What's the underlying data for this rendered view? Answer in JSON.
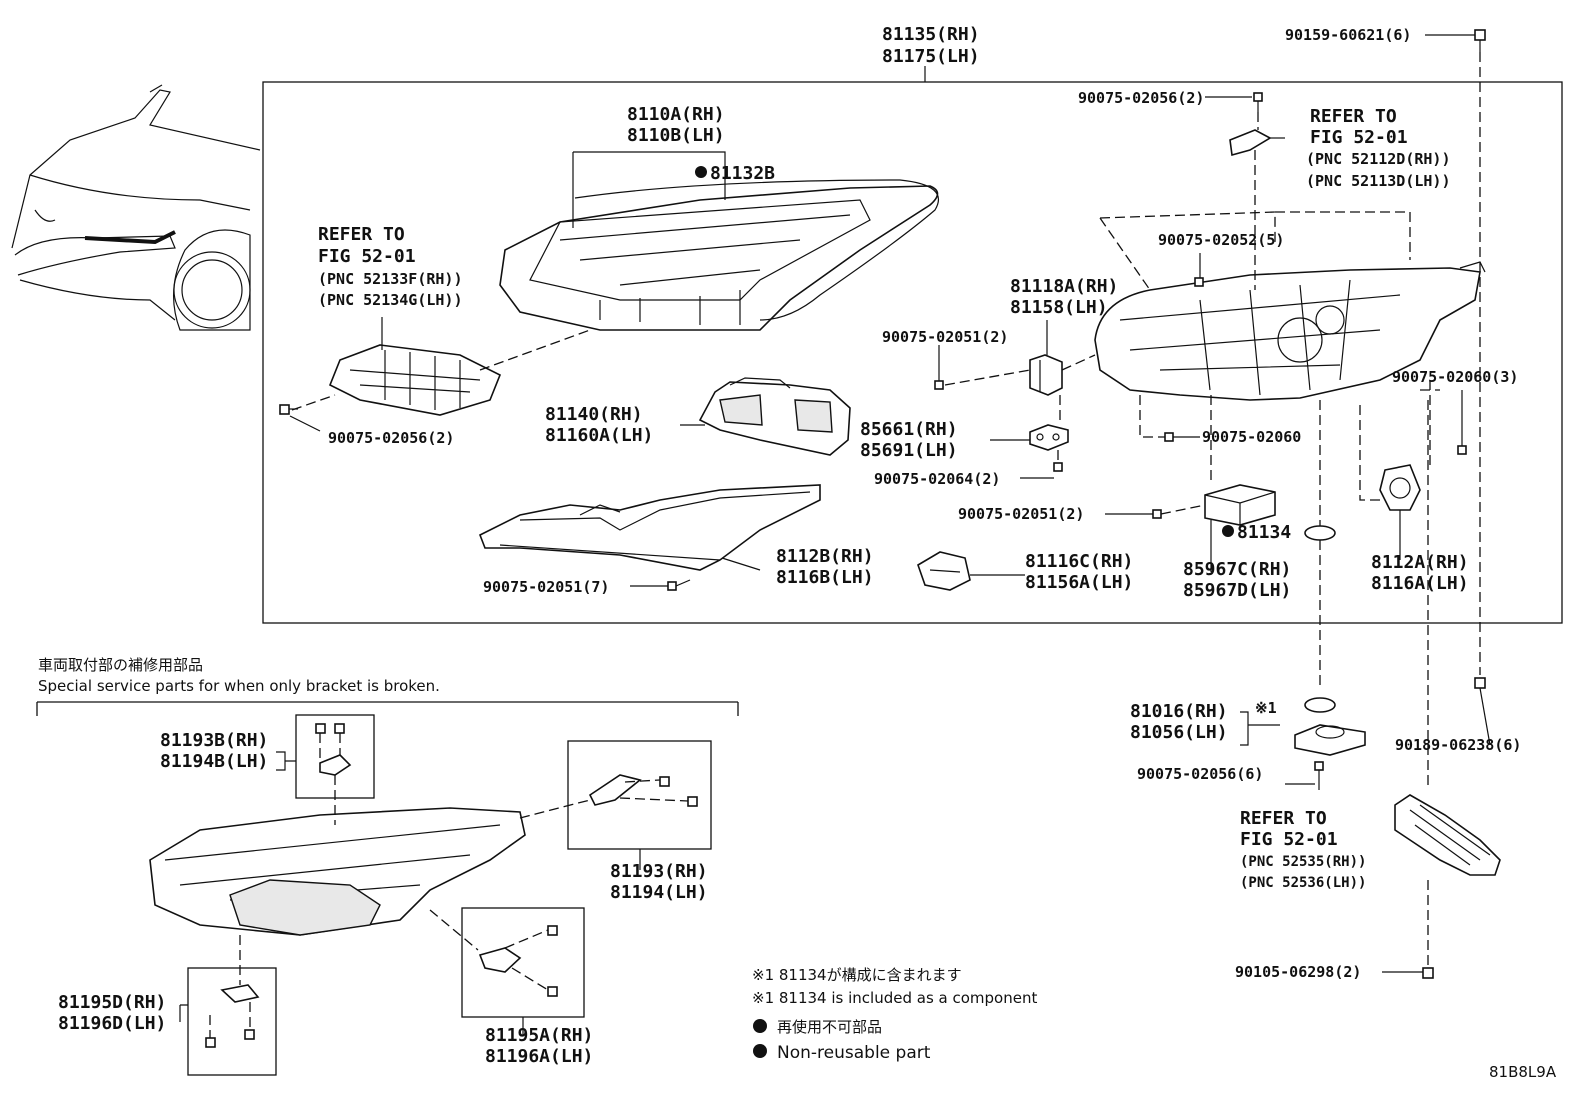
{
  "labels": {
    "top_rh": "81135(RH)",
    "top_lh": "81175(LH)",
    "lens_rh": "8110A(RH)",
    "lens_lh": "8110B(LH)",
    "gasket": "81132B",
    "refer_left_1": "REFER TO",
    "refer_left_2": "FIG 52-01",
    "refer_left_3": "(PNC 52133F(RH))",
    "refer_left_4": "(PNC 52134G(LH))",
    "screw_left": "90075-02056(2)",
    "reflector_rh": "81140(RH)",
    "reflector_lh": "81160A(LH)",
    "lower_rh": "8112B(RH)",
    "lower_lh": "8116B(LH)",
    "screw_lower": "90075-02051(7)",
    "screw_top_center": "90075-02056(2)",
    "refer_right_1": "REFER TO",
    "refer_right_2": "FIG 52-01",
    "refer_right_3": "(PNC 52112D(RH))",
    "refer_right_4": "(PNC 52113D(LH))",
    "screw_52": "90075-02052(5)",
    "act_rh": "81118A(RH)",
    "act_lh": "81158(LH)",
    "screw_51a": "90075-02051(2)",
    "socket_rh": "85661(RH)",
    "socket_lh": "85691(LH)",
    "screw_64": "90075-02064(2)",
    "screw_60": "90075-02060",
    "screw_60_3": "90075-02060(3)",
    "screw_51b": "90075-02051(2)",
    "oring": "81134",
    "ecu_rh": "85967C(RH)",
    "ecu_lh": "85967D(LH)",
    "clip_rh": "81116C(RH)",
    "clip_lh": "81156A(LH)",
    "motor_rh": "8112A(RH)",
    "motor_lh": "8116A(LH)",
    "top_screw": "90159-60621(6)",
    "lamp_rh": "81016(RH)",
    "lamp_lh": "81056(LH)",
    "note_mark": "※1",
    "screw_56_6": "90075-02056(6)",
    "screw_238": "90189-06238(6)",
    "refer_br_1": "REFER TO",
    "refer_br_2": "FIG 52-01",
    "refer_br_3": "(PNC 52535(RH))",
    "refer_br_4": "(PNC 52536(LH))",
    "screw_298": "90105-06298(2)",
    "special_jp": "車両取付部の補修用部品",
    "special_en": "Special service parts for when only bracket is broken.",
    "b193b_rh": "81193B(RH)",
    "b194b_lh": "81194B(LH)",
    "b193_rh": "81193(RH)",
    "b194_lh": "81194(LH)",
    "b195d_rh": "81195D(RH)",
    "b196d_lh": "81196D(LH)",
    "b195a_rh": "81195A(RH)",
    "b196a_lh": "81196A(LH)",
    "note1_jp": "※1 81134が構成に含まれます",
    "note1_en": "※1 81134 is included as a component",
    "legend_jp": "再使用不可部品",
    "legend_en": "Non-reusable part",
    "diagram_code": "81B8L9A"
  }
}
